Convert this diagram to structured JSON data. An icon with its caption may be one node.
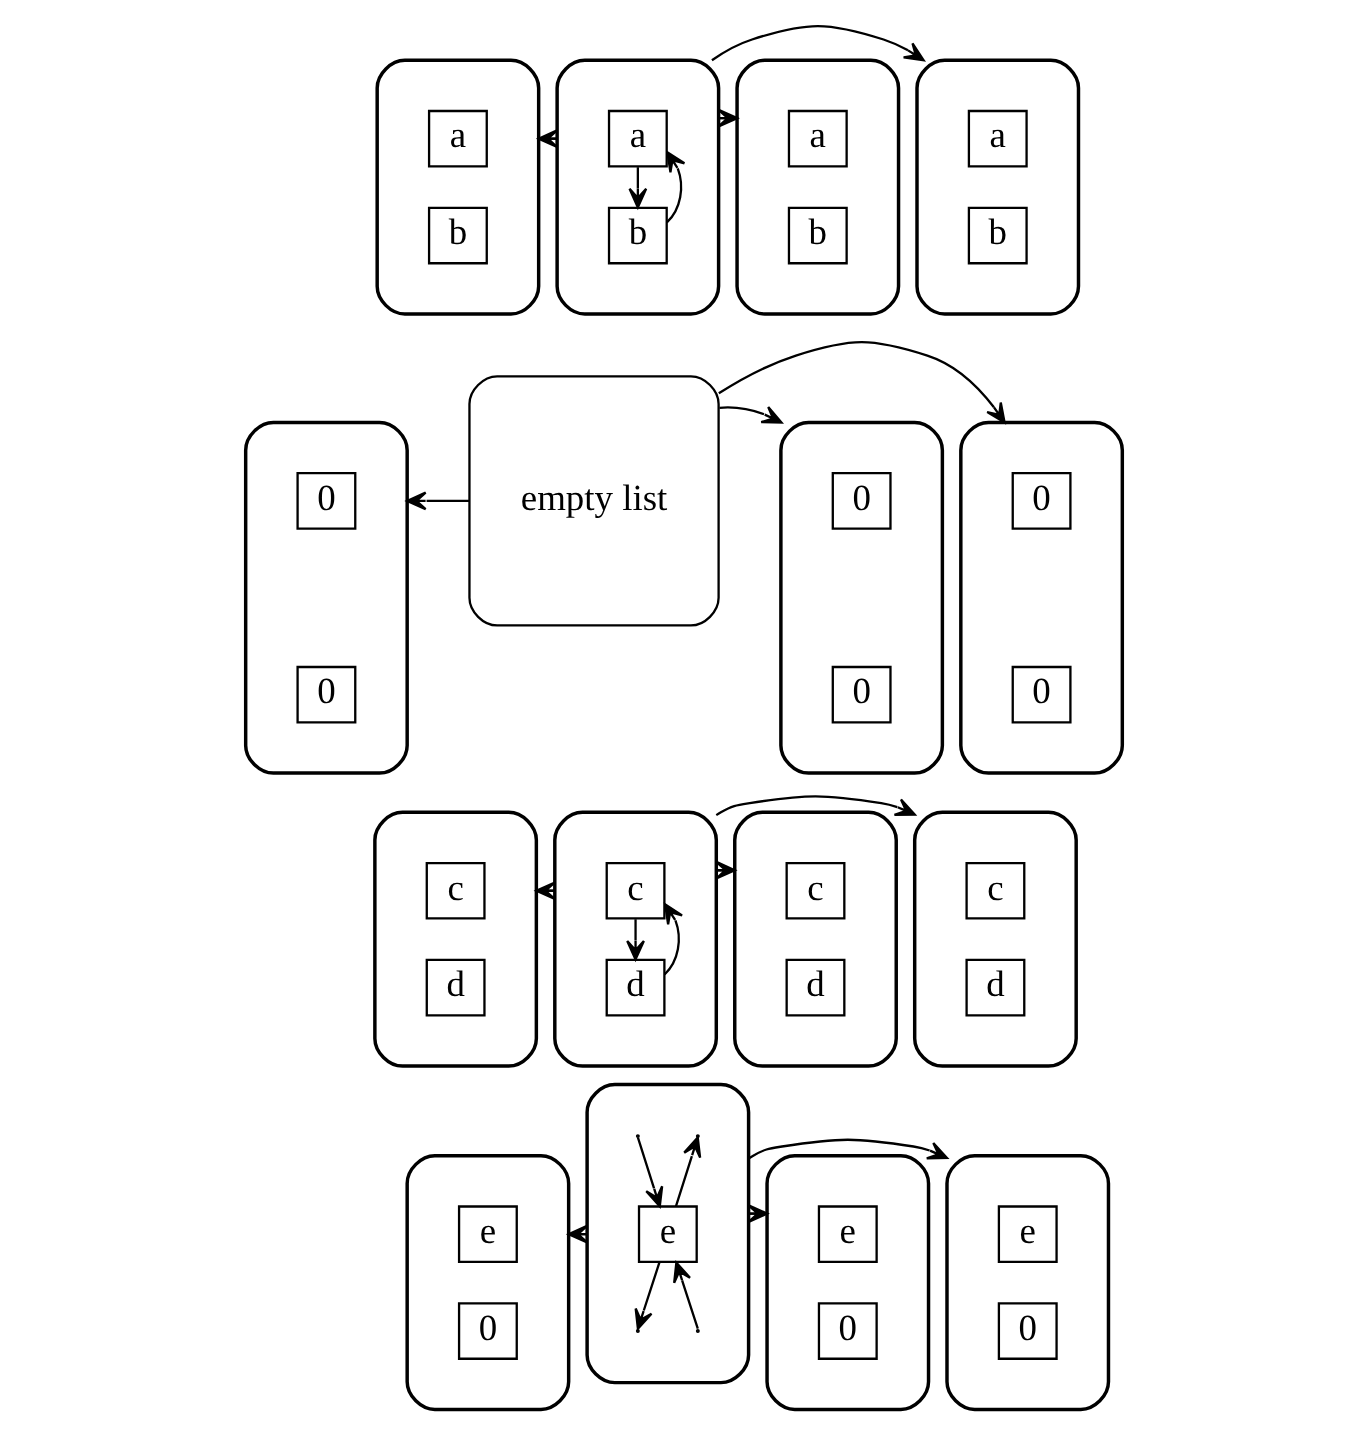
{
  "diagram": {
    "nodes": [
      {
        "text": [],
        "shape": "box"
      },
      {
        "text": [
          "a"
        ],
        "in": 0
      },
      {
        "text": [
          "b"
        ],
        "in": 0
      },
      {
        "text": [],
        "shape": "box"
      },
      {
        "text": [
          "a"
        ],
        "in": 3
      },
      {
        "text": [
          "b"
        ],
        "in": 3
      },
      {
        "text": [],
        "shape": "box"
      },
      {
        "text": [
          "a"
        ],
        "in": 6
      },
      {
        "text": [
          "b"
        ],
        "in": 6
      },
      {
        "text": [],
        "shape": "box"
      },
      {
        "text": [
          "a"
        ],
        "in": 9
      },
      {
        "text": [
          "b"
        ],
        "in": 9
      },
      {
        "text": [],
        "shape": "box"
      },
      {
        "text": [
          "0"
        ],
        "in": 12
      },
      {
        "text": [
          "0"
        ],
        "in": 12
      },
      {
        "text": [
          "empty list"
        ]
      },
      {
        "text": [],
        "shape": "box"
      },
      {
        "text": [
          "0"
        ],
        "in": 16
      },
      {
        "text": [
          "0"
        ],
        "in": 16
      },
      {
        "text": [],
        "shape": "box"
      },
      {
        "text": [
          "0"
        ],
        "in": 19
      },
      {
        "text": [
          "0"
        ],
        "in": 19
      },
      {
        "text": [],
        "shape": "box"
      },
      {
        "text": [
          "c"
        ],
        "in": 22
      },
      {
        "text": [
          "d"
        ],
        "in": 22
      },
      {
        "text": [],
        "shape": "box"
      },
      {
        "text": [
          "c"
        ],
        "in": 25
      },
      {
        "text": [
          "d"
        ],
        "in": 25
      },
      {
        "text": [],
        "shape": "box"
      },
      {
        "text": [
          "c"
        ],
        "in": 28
      },
      {
        "text": [
          "d"
        ],
        "in": 28
      },
      {
        "text": [],
        "shape": "box"
      },
      {
        "text": [
          "c"
        ],
        "in": 31
      },
      {
        "text": [
          "d"
        ],
        "in": 31
      },
      {
        "text": [],
        "shape": "box"
      },
      {
        "text": [
          "e"
        ],
        "in": 34
      },
      {
        "text": [
          "0"
        ],
        "in": 34
      },
      {
        "text": [],
        "shape": "box"
      },
      {
        "text": [
          "e"
        ],
        "in": 37
      },
      {
        "text": [],
        "shape": "box"
      },
      {
        "text": [
          "e"
        ],
        "in": 39
      },
      {
        "text": [
          "0"
        ],
        "in": 39
      },
      {
        "text": [],
        "shape": "box"
      },
      {
        "text": [
          "e"
        ],
        "in": 42
      },
      {
        "text": [
          "0"
        ],
        "in": 42
      }
    ],
    "edges": [
      {
        "from": 3,
        "to": 0,
        "arrow": "to"
      },
      {
        "from": 3,
        "to": 6,
        "arrow": "to"
      },
      {
        "from": 3,
        "to": 9,
        "arrow": "to"
      },
      {
        "from": 4,
        "to": 5,
        "arrow": "to"
      },
      {
        "from": 5,
        "to": 4,
        "arrow": "to"
      },
      {
        "from": 15,
        "to": 12,
        "arrow": "to"
      },
      {
        "from": 15,
        "to": 16,
        "arrow": "to"
      },
      {
        "from": 15,
        "to": 19,
        "arrow": "to"
      },
      {
        "from": 25,
        "to": 22,
        "arrow": "to"
      },
      {
        "from": 25,
        "to": 28,
        "arrow": "to"
      },
      {
        "from": 25,
        "to": 31,
        "arrow": "to"
      },
      {
        "from": 26,
        "to": 27,
        "arrow": "to"
      },
      {
        "from": 27,
        "to": 26,
        "arrow": "to"
      },
      {
        "from": 37,
        "to": 34,
        "arrow": "to"
      },
      {
        "from": 37,
        "to": 39,
        "arrow": "to"
      },
      {
        "from": 37,
        "to": 42,
        "arrow": "to"
      },
      {
        "from": null,
        "to": 38,
        "arrow": "to"
      },
      {
        "from": 38,
        "to": null,
        "arrow": "to"
      },
      {
        "from": null,
        "to": 38,
        "arrow": "to"
      },
      {
        "from": 38,
        "to": null,
        "arrow": "to"
      }
    ]
  }
}
